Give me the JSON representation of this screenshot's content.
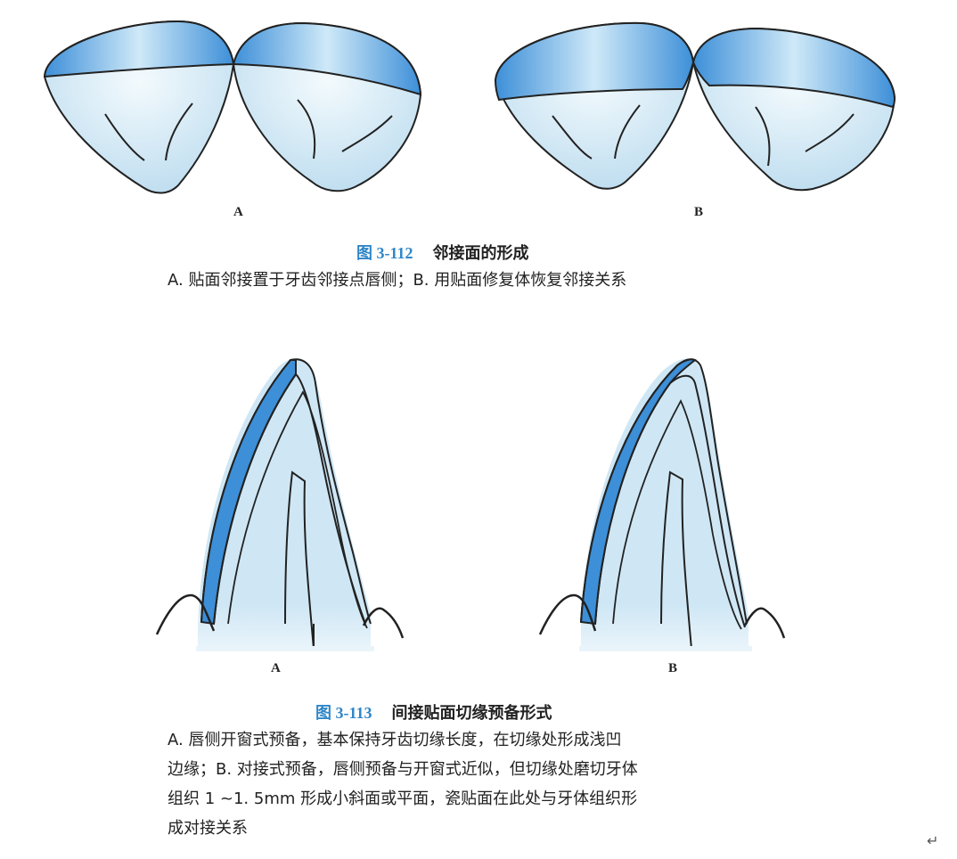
{
  "fig112": {
    "label_a": "A",
    "label_b": "B",
    "number": "图 3-112",
    "title": "邻接面的形成",
    "caption": "A. 贴面邻接置于牙齿邻接点唇侧；B. 用贴面修复体恢复邻接关系"
  },
  "fig113": {
    "label_a": "A",
    "label_b": "B",
    "number": "图 3-113",
    "title": "间接贴面切缘预备形式",
    "caption_lines": [
      "A. 唇侧开窗式预备，基本保持牙齿切缘长度，在切缘处形成浅凹",
      "边缘；B. 对接式预备，唇侧预备与开窗式近似，但切缘处磨切牙体",
      "组织 1 ~1. 5mm 形成小斜面或平面，瓷贴面在此处与牙体组织形",
      "成对接关系"
    ]
  },
  "colors": {
    "veneer_blue": "#3d8fd8",
    "tooth_light": "#cfe7f5",
    "accent_text": "#2f86c8"
  },
  "misc": {
    "return_mark": "↵"
  }
}
